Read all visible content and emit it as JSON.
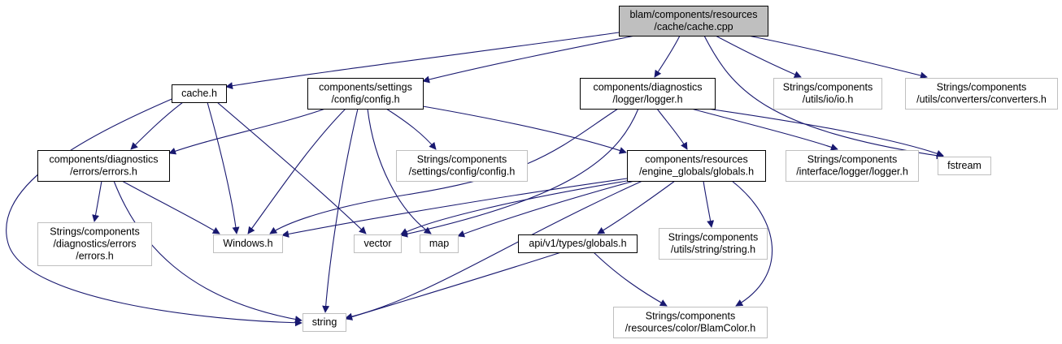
{
  "graph": {
    "colors": {
      "edge": "#191970",
      "root_fill": "#bfbfbf",
      "local_border": "#000000",
      "external_border": "#bfbfbf"
    },
    "nodes": [
      {
        "id": "root",
        "kind": "root",
        "lines": [
          "blam/components/resources",
          "/cache/cache.cpp"
        ]
      },
      {
        "id": "cache_h",
        "kind": "local",
        "lines": [
          "cache.h"
        ]
      },
      {
        "id": "config_h",
        "kind": "local",
        "lines": [
          "components/settings",
          "/config/config.h"
        ]
      },
      {
        "id": "logger_h",
        "kind": "local",
        "lines": [
          "components/diagnostics",
          "/logger/logger.h"
        ]
      },
      {
        "id": "str_io",
        "kind": "external",
        "lines": [
          "Strings/components",
          "/utils/io/io.h"
        ]
      },
      {
        "id": "str_conv",
        "kind": "external",
        "lines": [
          "Strings/components",
          "/utils/converters/converters.h"
        ]
      },
      {
        "id": "errors_h",
        "kind": "local",
        "lines": [
          "components/diagnostics",
          "/errors/errors.h"
        ]
      },
      {
        "id": "str_config",
        "kind": "external",
        "lines": [
          "Strings/components",
          "/settings/config/config.h"
        ]
      },
      {
        "id": "globals_h",
        "kind": "local",
        "lines": [
          "components/resources",
          "/engine_globals/globals.h"
        ]
      },
      {
        "id": "str_logger",
        "kind": "external",
        "lines": [
          "Strings/components",
          "/interface/logger/logger.h"
        ]
      },
      {
        "id": "fstream",
        "kind": "external",
        "lines": [
          "fstream"
        ]
      },
      {
        "id": "str_errors",
        "kind": "external",
        "lines": [
          "Strings/components",
          "/diagnostics/errors",
          "/errors.h"
        ]
      },
      {
        "id": "windows_h",
        "kind": "external",
        "lines": [
          "Windows.h"
        ]
      },
      {
        "id": "vector",
        "kind": "external",
        "lines": [
          "vector"
        ]
      },
      {
        "id": "map",
        "kind": "external",
        "lines": [
          "map"
        ]
      },
      {
        "id": "api_globals",
        "kind": "local",
        "lines": [
          "api/v1/types/globals.h"
        ]
      },
      {
        "id": "str_string",
        "kind": "external",
        "lines": [
          "Strings/components",
          "/utils/string/string.h"
        ]
      },
      {
        "id": "string",
        "kind": "external",
        "lines": [
          "string"
        ]
      },
      {
        "id": "str_color",
        "kind": "external",
        "lines": [
          "Strings/components",
          "/resources/color/BlamColor.h"
        ]
      }
    ],
    "edges": [
      {
        "from": "root",
        "to": "cache_h"
      },
      {
        "from": "root",
        "to": "config_h"
      },
      {
        "from": "root",
        "to": "logger_h"
      },
      {
        "from": "root",
        "to": "str_io"
      },
      {
        "from": "root",
        "to": "str_conv"
      },
      {
        "from": "root",
        "to": "fstream"
      },
      {
        "from": "cache_h",
        "to": "errors_h"
      },
      {
        "from": "cache_h",
        "to": "windows_h"
      },
      {
        "from": "cache_h",
        "to": "vector"
      },
      {
        "from": "cache_h",
        "to": "string"
      },
      {
        "from": "config_h",
        "to": "errors_h"
      },
      {
        "from": "config_h",
        "to": "str_config"
      },
      {
        "from": "config_h",
        "to": "globals_h"
      },
      {
        "from": "config_h",
        "to": "windows_h"
      },
      {
        "from": "config_h",
        "to": "map"
      },
      {
        "from": "config_h",
        "to": "string"
      },
      {
        "from": "logger_h",
        "to": "globals_h"
      },
      {
        "from": "logger_h",
        "to": "str_logger"
      },
      {
        "from": "logger_h",
        "to": "fstream"
      },
      {
        "from": "logger_h",
        "to": "windows_h"
      },
      {
        "from": "logger_h",
        "to": "vector"
      },
      {
        "from": "errors_h",
        "to": "str_errors"
      },
      {
        "from": "errors_h",
        "to": "windows_h"
      },
      {
        "from": "errors_h",
        "to": "string"
      },
      {
        "from": "globals_h",
        "to": "windows_h"
      },
      {
        "from": "globals_h",
        "to": "vector"
      },
      {
        "from": "globals_h",
        "to": "map"
      },
      {
        "from": "globals_h",
        "to": "api_globals"
      },
      {
        "from": "globals_h",
        "to": "str_string"
      },
      {
        "from": "globals_h",
        "to": "str_color"
      },
      {
        "from": "globals_h",
        "to": "string"
      },
      {
        "from": "api_globals",
        "to": "string"
      },
      {
        "from": "api_globals",
        "to": "str_color"
      }
    ]
  }
}
